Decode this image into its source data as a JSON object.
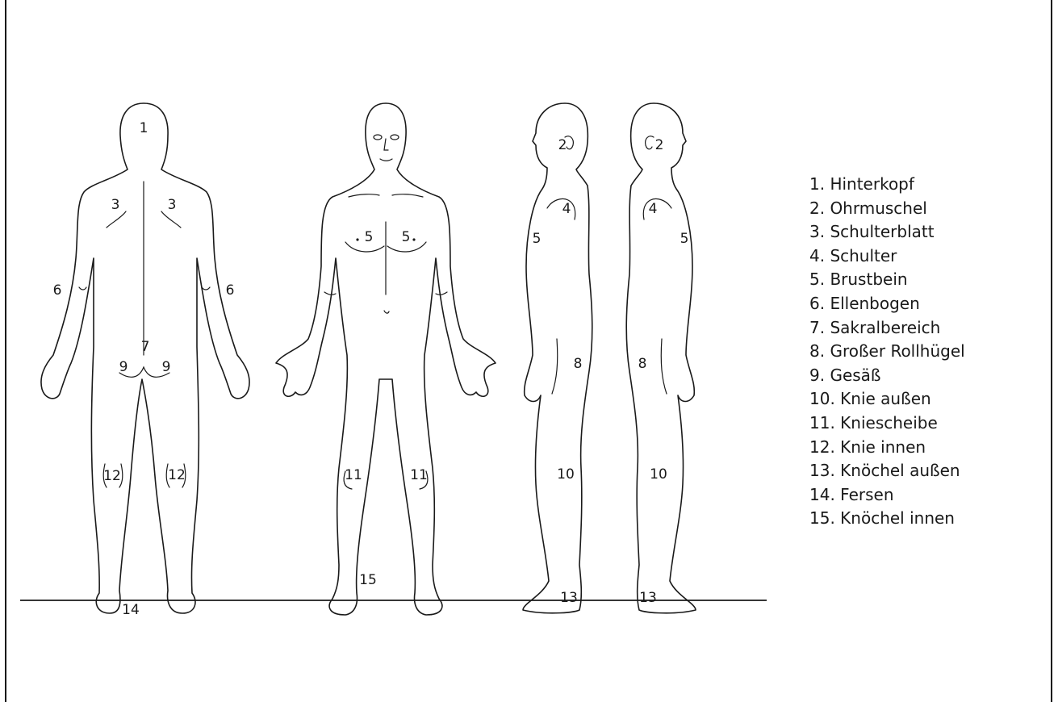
{
  "legend": {
    "items": [
      "1. Hinterkopf",
      "2. Ohrmuschel",
      "3. Schulterblatt",
      "4. Schulter",
      "5. Brustbein",
      "6. Ellenbogen",
      "7. Sakralbereich",
      "8. Großer Rollhügel",
      "9. Gesäß",
      "10. Knie außen",
      "11. Kniescheibe",
      "12. Knie innen",
      "13. Knöchel außen",
      "14. Fersen",
      "15. Knöchel innen"
    ]
  },
  "markers": {
    "back": [
      "1",
      "3",
      "3",
      "6",
      "6",
      "7",
      "9",
      "9",
      "12",
      "12",
      "14"
    ],
    "front": [
      "5",
      "5",
      "11",
      "11",
      "15"
    ],
    "side_left": [
      "2",
      "4",
      "5",
      "8",
      "10",
      "13"
    ],
    "side_right": [
      "2",
      "4",
      "5",
      "8",
      "10",
      "13"
    ]
  }
}
